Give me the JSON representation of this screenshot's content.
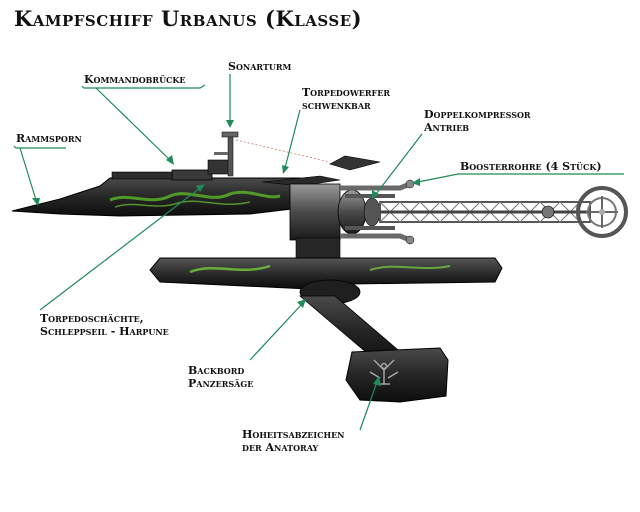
{
  "title": "Kampfschiff Urbanus (Klasse)",
  "labels": {
    "kommandobruecke": "Kommandobrücke",
    "sonarturm": "Sonarturm",
    "torpedowerfer_1": "Torpedowerfer",
    "torpedowerfer_2": "schwenkbar",
    "doppelkompressor_1": "Doppelkompressor",
    "doppelkompressor_2": "Antrieb",
    "rammsporn": "Rammsporn",
    "boosterrohre": "Boosterrohre (4 Stück)",
    "torpedoschaechte_1": "Torpedoschächte,",
    "torpedoschaechte_2": "Schleppseil - Harpune",
    "backbord_1": "Backbord",
    "backbord_2": "Panzersäge",
    "hoheitsabzeichen_1": "Hoheitsabzeichen",
    "hoheitsabzeichen_2": "der Anatoray"
  },
  "colors": {
    "leader": "#1f8a5a",
    "hull_dark": "#1a1a1a",
    "hull_mid": "#3a3a3a",
    "accent_green": "#5fbf2a"
  }
}
